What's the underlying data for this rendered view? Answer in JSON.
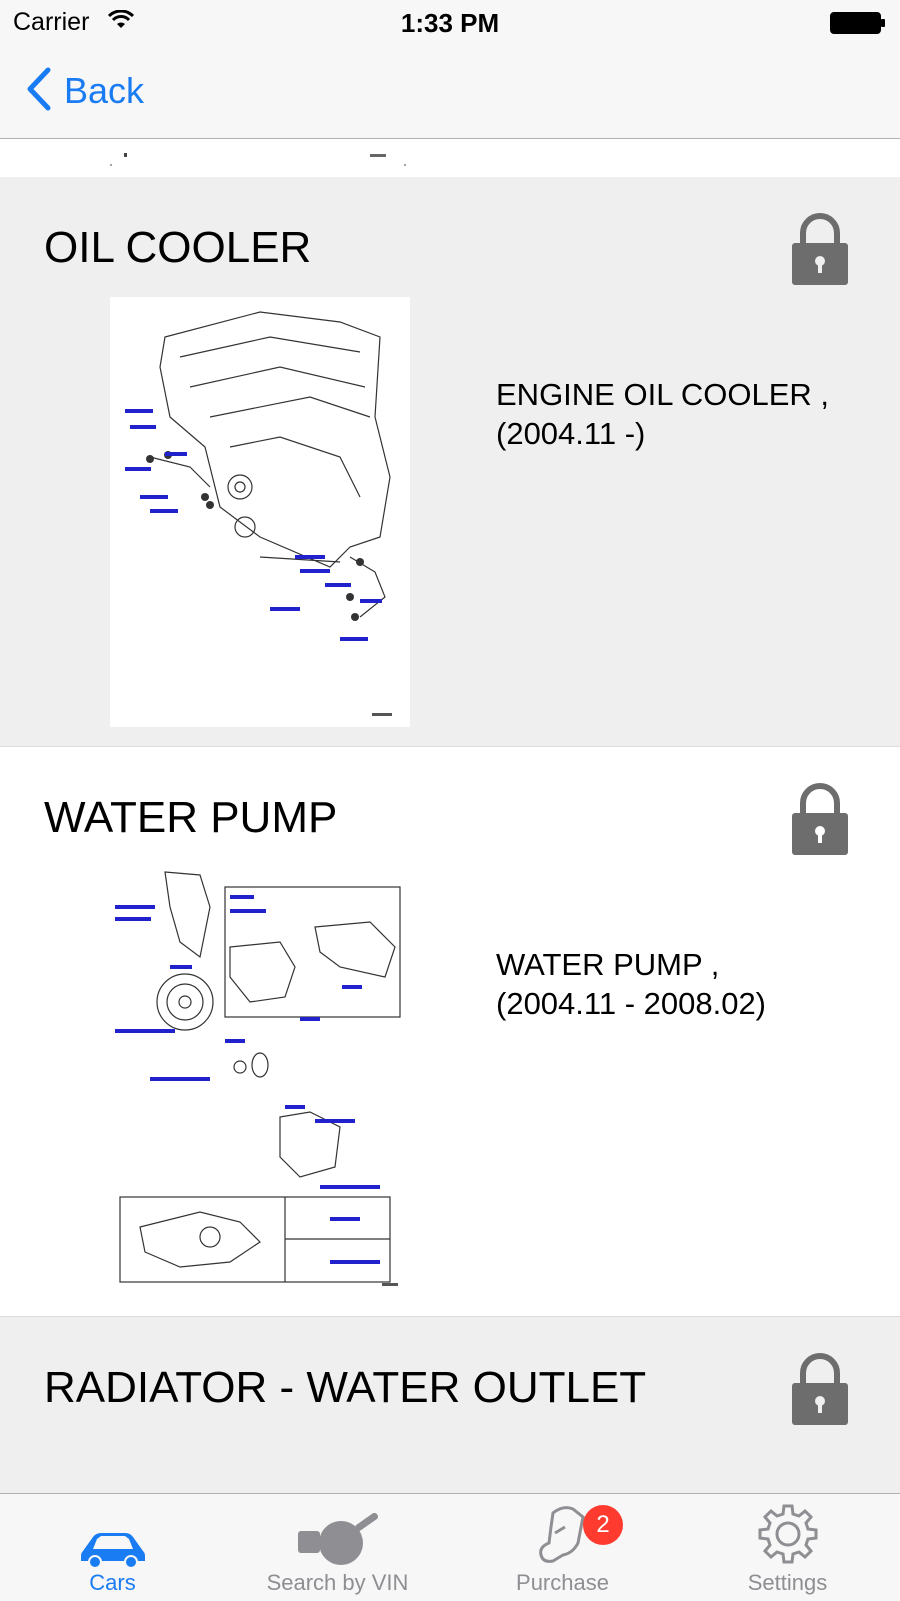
{
  "status_bar": {
    "carrier": "Carrier",
    "time": "1:33 PM"
  },
  "nav": {
    "back_label": "Back"
  },
  "sections": [
    {
      "title": "OIL COOLER",
      "description": "ENGINE OIL COOLER ,\n(2004.11 -)",
      "locked": true,
      "icon": "lock-icon"
    },
    {
      "title": "WATER PUMP",
      "description": "WATER PUMP ,\n(2004.11 - 2008.02)",
      "locked": true,
      "icon": "lock-icon"
    },
    {
      "title": "RADIATOR - WATER OUTLET",
      "locked": true,
      "icon": "lock-icon"
    }
  ],
  "tabs": [
    {
      "label": "Cars",
      "icon": "car-icon",
      "active": true
    },
    {
      "label": "Search by VIN",
      "icon": "search-vin-icon",
      "active": false
    },
    {
      "label": "Purchase",
      "icon": "purchase-icon",
      "active": false,
      "badge": "2"
    },
    {
      "label": "Settings",
      "icon": "gear-icon",
      "active": false
    }
  ],
  "colors": {
    "accent": "#1a7cf3",
    "badge": "#ff3b30",
    "lock": "#6d6d6d",
    "section_gray": "#efefef"
  }
}
